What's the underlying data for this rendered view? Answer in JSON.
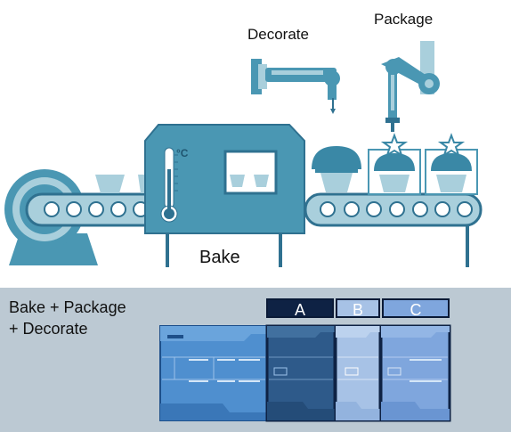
{
  "labels": {
    "decorate": "Decorate",
    "package": "Package",
    "bake": "Bake",
    "temperature_unit": "°C"
  },
  "panel": {
    "line1": "Bake + Package",
    "line2": "+ Decorate"
  },
  "modules": [
    {
      "id": "A",
      "label": "A",
      "color": "#0e2244"
    },
    {
      "id": "B",
      "label": "B",
      "color": "#a7c2e6"
    },
    {
      "id": "C",
      "label": "C",
      "color": "#7fa6dd"
    }
  ],
  "colors": {
    "machine": "#4a97b3",
    "machine_dark": "#2f7190",
    "light_part": "#a9cfdc",
    "cupcake": "#3a88a6",
    "panel_bg": "#bcc9d3",
    "plc_blue": "#4f8fcf"
  }
}
